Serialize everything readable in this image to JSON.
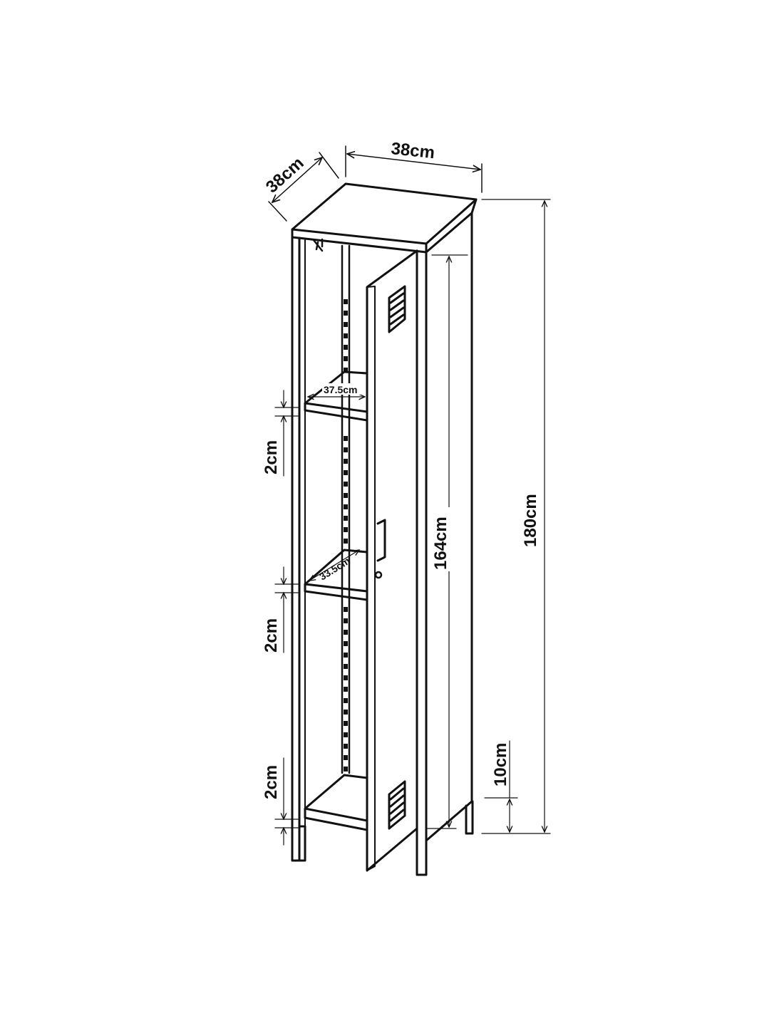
{
  "dimensions": {
    "top_width": "38cm",
    "top_depth": "38cm",
    "shelf_width": "37.5cm",
    "shelf_depth": "33.5cm",
    "shelf_gap_upper": "2cm",
    "shelf_gap_middle": "2cm",
    "shelf_gap_bottom": "2cm",
    "door_height": "164cm",
    "total_height": "180cm",
    "leg_height": "10cm"
  },
  "colors": {
    "line": "#111111",
    "background": "#ffffff"
  }
}
